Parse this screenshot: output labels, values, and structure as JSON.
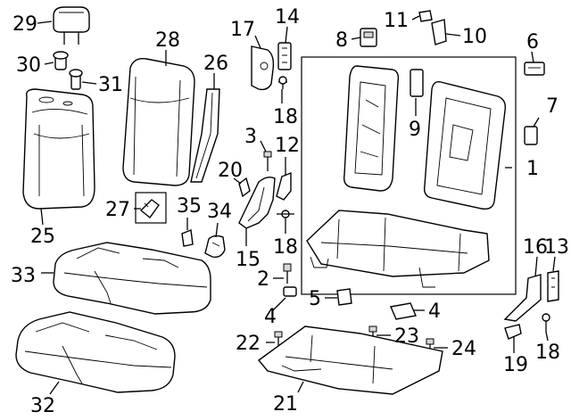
{
  "callouts": {
    "c1": "1",
    "c2": "2",
    "c3": "3",
    "c4a": "4",
    "c4b": "4",
    "c5": "5",
    "c6": "6",
    "c7": "7",
    "c8": "8",
    "c9": "9",
    "c10": "10",
    "c11": "11",
    "c12": "12",
    "c13": "13",
    "c14": "14",
    "c15": "15",
    "c16": "16",
    "c17": "17",
    "c18a": "18",
    "c18b": "18",
    "c18c": "18",
    "c19": "19",
    "c20": "20",
    "c21": "21",
    "c22": "22",
    "c23": "23",
    "c24": "24",
    "c25": "25",
    "c26": "26",
    "c27": "27",
    "c28": "28",
    "c29": "29",
    "c30": "30",
    "c31": "31",
    "c32": "32",
    "c33": "33",
    "c34": "34",
    "c35": "35"
  }
}
